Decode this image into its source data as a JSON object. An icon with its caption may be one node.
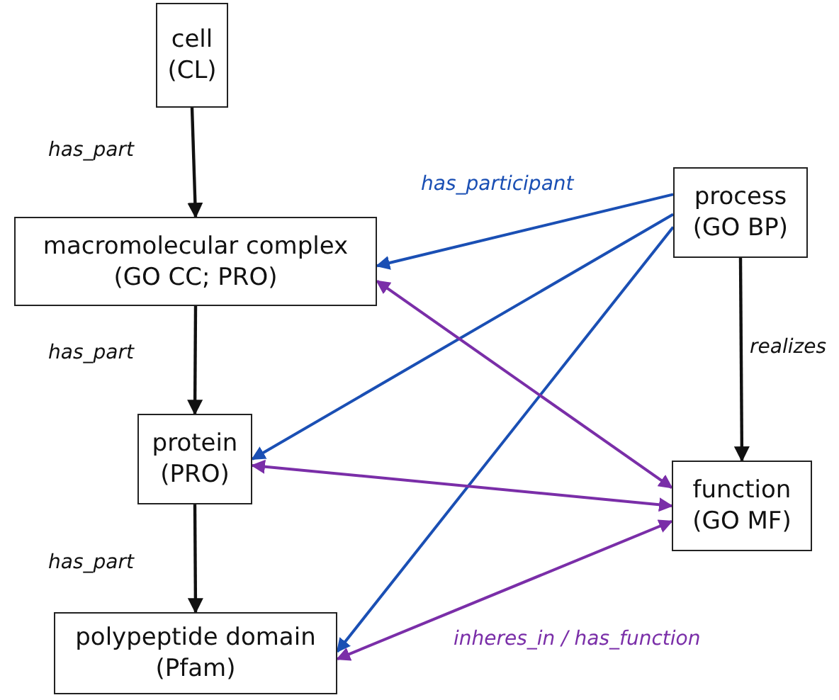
{
  "diagram": {
    "nodes": [
      {
        "text": [
          "cell",
          "(CL)"
        ]
      },
      {
        "text": [
          "macromolecular complex",
          "(GO CC; PRO)"
        ]
      },
      {
        "text": [
          "protein",
          "(PRO)"
        ]
      },
      {
        "text": [
          "polypeptide domain",
          "(Pfam)"
        ]
      },
      {
        "text": [
          "process",
          "(GO BP)"
        ]
      },
      {
        "text": [
          "function",
          "(GO MF)"
        ]
      }
    ],
    "edges": [
      {
        "from": 0,
        "to": 1,
        "arrow": "to",
        "label": "has_part"
      },
      {
        "from": 1,
        "to": 2,
        "arrow": "to",
        "label": "has_part"
      },
      {
        "from": 2,
        "to": 3,
        "arrow": "to",
        "label": "has_part"
      },
      {
        "from": 4,
        "to": 5,
        "arrow": "to",
        "label": "realizes"
      },
      {
        "from": 4,
        "to": 1,
        "arrow": "to",
        "label": "has_participant",
        "color": "#1a4fb4"
      },
      {
        "from": 4,
        "to": 2,
        "arrow": "to",
        "color": "#1a4fb4"
      },
      {
        "from": 4,
        "to": 3,
        "arrow": "to",
        "color": "#1a4fb4"
      },
      {
        "from": 1,
        "to": 5,
        "arrow": "both",
        "color": "#7a2ea8"
      },
      {
        "from": 2,
        "to": 5,
        "arrow": "both",
        "color": "#7a2ea8"
      },
      {
        "from": 3,
        "to": 5,
        "arrow": "both",
        "label": "inheres_in / has_function",
        "color": "#7a2ea8"
      }
    ]
  }
}
